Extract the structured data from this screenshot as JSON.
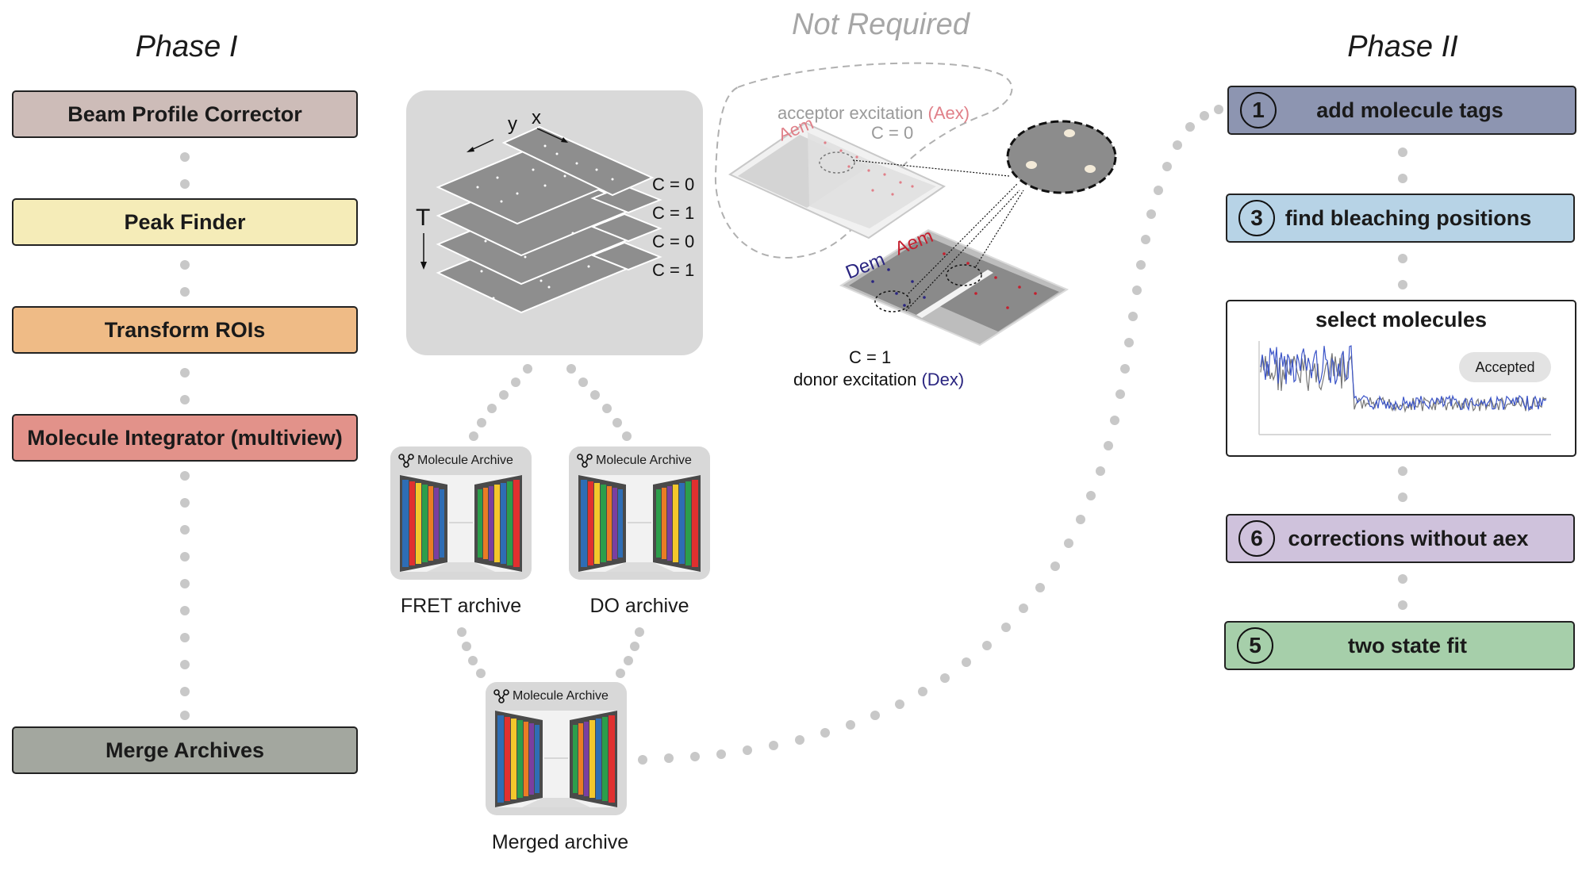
{
  "phase1": {
    "title": "Phase I",
    "steps": [
      {
        "label": "Beam Profile Corrector",
        "color": "#cdbcb8"
      },
      {
        "label": "Peak Finder",
        "color": "#f5ecb8"
      },
      {
        "label": "Transform ROIs",
        "color": "#efbb86"
      },
      {
        "label": "Molecule Integrator (multiview)",
        "color": "#e2928a"
      },
      {
        "label": "Merge Archives",
        "color": "#a3a79f"
      }
    ]
  },
  "phase2": {
    "title": "Phase II",
    "steps": [
      {
        "number": "1",
        "label": "add molecule tags",
        "color": "#8d95b1"
      },
      {
        "number": "3",
        "label": "find bleaching positions",
        "color": "#b7d3e6"
      },
      {
        "number": "6",
        "label": "corrections without aex",
        "color": "#cfc2dc"
      },
      {
        "number": "5",
        "label": "two state fit",
        "color": "#a6cfaa"
      }
    ],
    "select_panel": {
      "title": "select molecules",
      "badge": "Accepted"
    }
  },
  "stack": {
    "axis_y": "y",
    "axis_x": "x",
    "axis_t": "T",
    "labels": [
      "C = 0",
      "C = 1",
      "C = 0",
      "C = 1"
    ]
  },
  "not_required": {
    "title": "Not Required",
    "aex_prefix": "acceptor excitation ",
    "aex_paren": "(Aex)",
    "c0": "C = 0",
    "aem_top": "Aem",
    "dem": "Dem",
    "aem_bottom": "Aem",
    "c1": "C = 1",
    "dex_prefix": "donor excitation ",
    "dex_paren": "(Dex)"
  },
  "archives": {
    "header": "Molecule Archive",
    "fret": "FRET archive",
    "do": "DO archive",
    "merged": "Merged archive"
  },
  "colors": {
    "dot": "#c8c8c8",
    "aex_pink": "#e07f88",
    "dex_blue": "#2a2580",
    "aem_red": "#c41f2e",
    "trace_blue": "#3b54c8",
    "trace_gray": "#777777"
  }
}
